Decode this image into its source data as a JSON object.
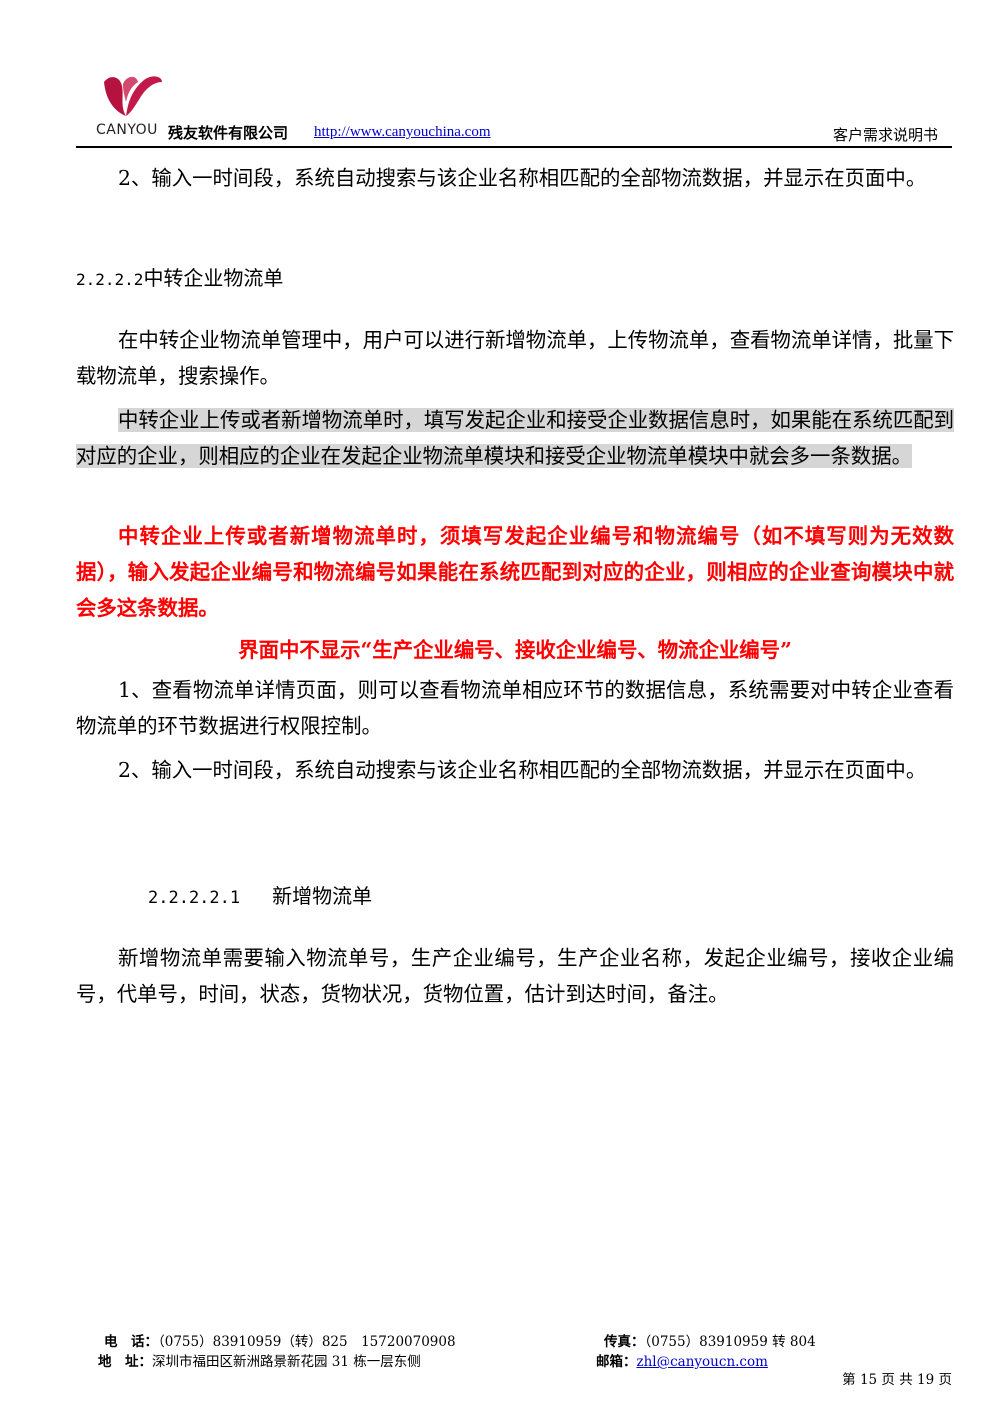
{
  "header": {
    "logo_text": "CANYOU",
    "company": "残友软件有限公司",
    "url": "http://www.canyouchina.com",
    "doc_type": "客户需求说明书"
  },
  "body": {
    "p1": "2、输入一时间段，系统自动搜索与该企业名称相匹配的全部物流数据，并显示在页面中。",
    "section_num": "2.2.2.2",
    "section_title": "中转企业物流单",
    "p2": "在中转企业物流单管理中，用户可以进行新增物流单，上传物流单，查看物流单详情，批量下载物流单，搜索操作。",
    "p3": "中转企业上传或者新增物流单时，填写发起企业和接受企业数据信息时，如果能在系统匹配到对应的企业，则相应的企业在发起企业物流单模块和接受企业物流单模块中就会多一条数据。",
    "p4": "中转企业上传或者新增物流单时，须填写发起企业编号和物流编号（如不填写则为无效数据），输入发起企业编号和物流编号如果能在系统匹配到对应的企业，则相应的企业查询模块中就会多这条数据。",
    "p5": "界面中不显示“生产企业编号、接收企业编号、物流企业编号”",
    "p6": "1、查看物流单详情页面，则可以查看物流单相应环节的数据信息，系统需要对中转企业查看物流单的环节数据进行权限控制。",
    "p7": "2、输入一时间段，系统自动搜索与该企业名称相匹配的全部物流数据，并显示在页面中。",
    "sub_num": "2.2.2.2.1",
    "sub_title": "新增物流单",
    "p8": "新增物流单需要输入物流单号，生产企业编号，生产企业名称，发起企业编号，接收企业编号，代单号，时间，状态，货物状况，货物位置，估计到达时间，备注。"
  },
  "footer": {
    "tel_label": "电　话：",
    "tel_value": "（0755）83910959（转）825　15720070908",
    "fax_label": "传真：",
    "fax_value": "（0755）83910959 转 804",
    "addr_label": "地　址：",
    "addr_value": "深圳市福田区新洲路景新花园 31 栋一层东侧",
    "email_label": "邮箱：",
    "email_value": "zhl@canyoucn.com",
    "page_info": "第 15 页 共 19 页"
  },
  "colors": {
    "accent_logo": "#b5123f",
    "highlight": "#d6d6d6",
    "emphasis_red": "#ff0000",
    "link": "#0000cc"
  }
}
